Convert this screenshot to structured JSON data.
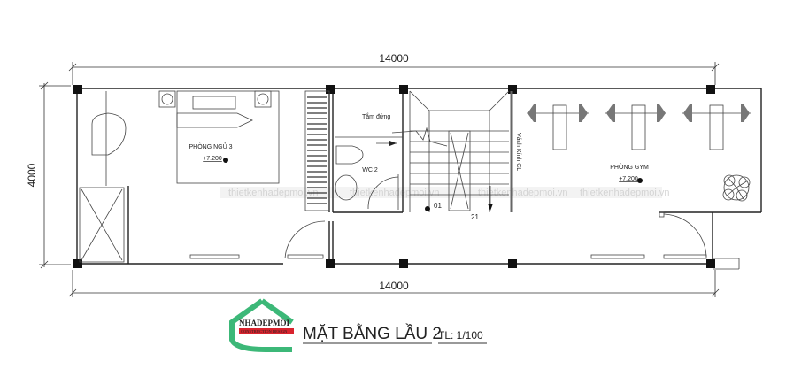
{
  "dimensions": {
    "top": "14000",
    "bottom": "14000",
    "left": "4000"
  },
  "rooms": {
    "bedroom": {
      "name": "PHÒNG NGỦ 3",
      "level": "+7.200"
    },
    "shower": {
      "name": "Tắm đứng"
    },
    "wc": {
      "name": "WC 2"
    },
    "stairs": {
      "step_start": "01",
      "step_end": "21"
    },
    "glass_wall": {
      "name": "Vách Kính CL"
    },
    "gym": {
      "name": "PHÒNG GYM",
      "level": "+7.200"
    }
  },
  "watermark": "thietkenhadepmoi.vn",
  "logo": {
    "name": "NHADEPMOI",
    "tagline": "CONSTRUCTION DESIGN",
    "colors": {
      "green": "#3cb878",
      "red": "#d9232e"
    }
  },
  "title": {
    "main": "MẶT BẰNG LẦU 2",
    "scale": "TL: 1/100"
  }
}
